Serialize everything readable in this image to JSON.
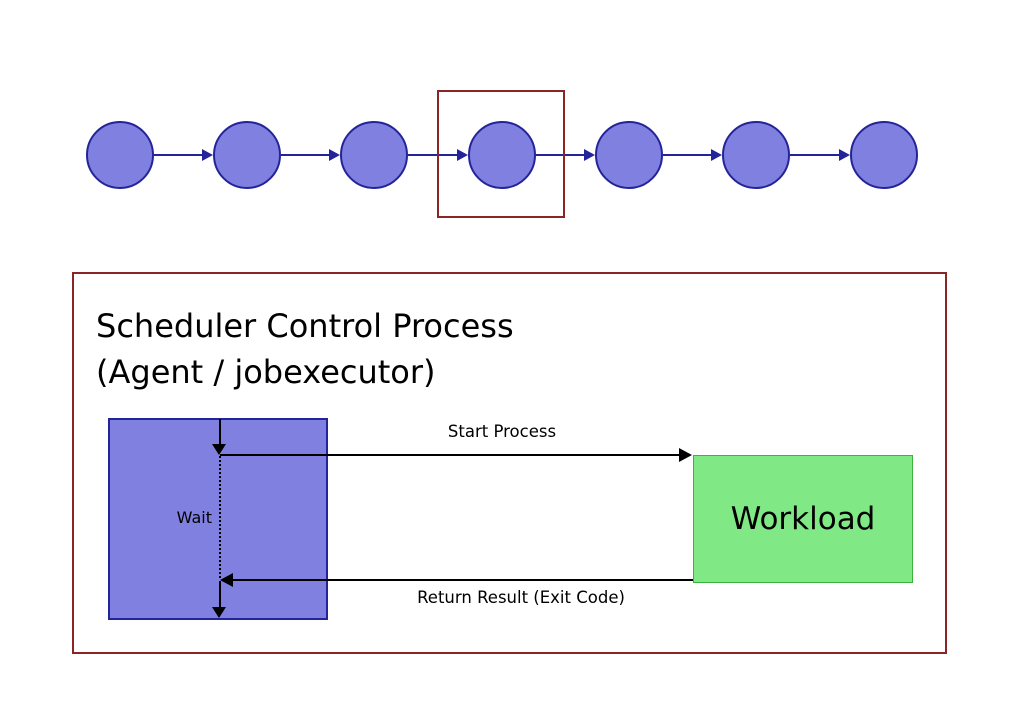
{
  "colors": {
    "node-fill": "#8080e0",
    "node-border": "#24249a",
    "chain-arrow": "#24249a",
    "highlight-border": "#8b2525",
    "panel-border": "#8b2525",
    "scheduler-fill": "#8080e0",
    "scheduler-border": "#24249a",
    "workload-fill": "#80e985",
    "workload-border": "#3db23d",
    "flow-arrow": "#000000"
  },
  "process_chain": {
    "node_count": 7,
    "highlighted_node_index": 4
  },
  "detail_panel": {
    "title_line1": "Scheduler Control Process",
    "title_line2": "(Agent / jobexecutor)",
    "wait_label": "Wait",
    "start_arrow_label": "Start Process",
    "return_arrow_label": "Return Result (Exit Code)",
    "workload_label": "Workload"
  }
}
